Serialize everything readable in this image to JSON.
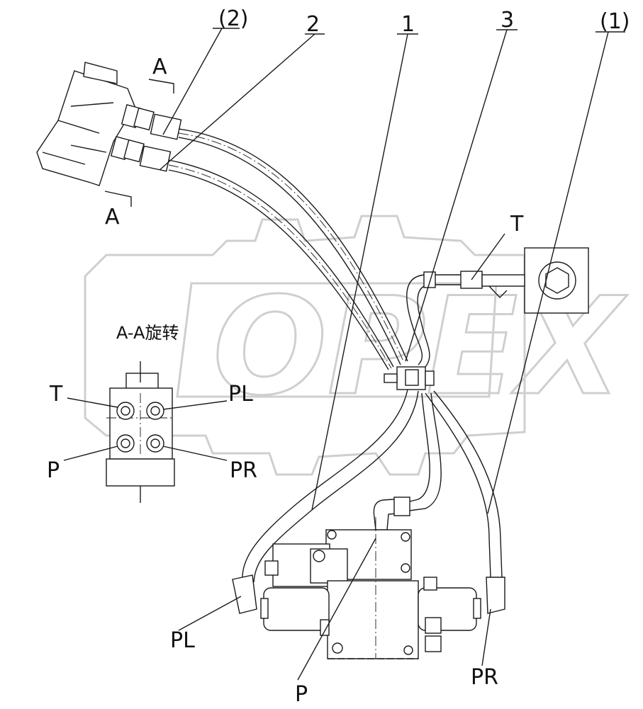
{
  "watermark": {
    "text": "OPEX",
    "color": "#c9c9c9"
  },
  "callouts": {
    "part_1": "1",
    "part_2": "2",
    "part_3": "3",
    "part_2_bracket": "(2)",
    "part_1_bracket": "(1)",
    "tank_port_T": "T"
  },
  "section_marks": {
    "top": "A",
    "bottom": "A"
  },
  "section_view": {
    "title": "A-A旋转",
    "ports": {
      "t": "T",
      "pl": "PL",
      "p": "P",
      "pr": "PR"
    }
  },
  "valve_ports": {
    "pl": "PL",
    "p": "P",
    "pr": "PR"
  },
  "colors": {
    "line": "#1a1a1a",
    "watermark": "#c9c9c9"
  }
}
